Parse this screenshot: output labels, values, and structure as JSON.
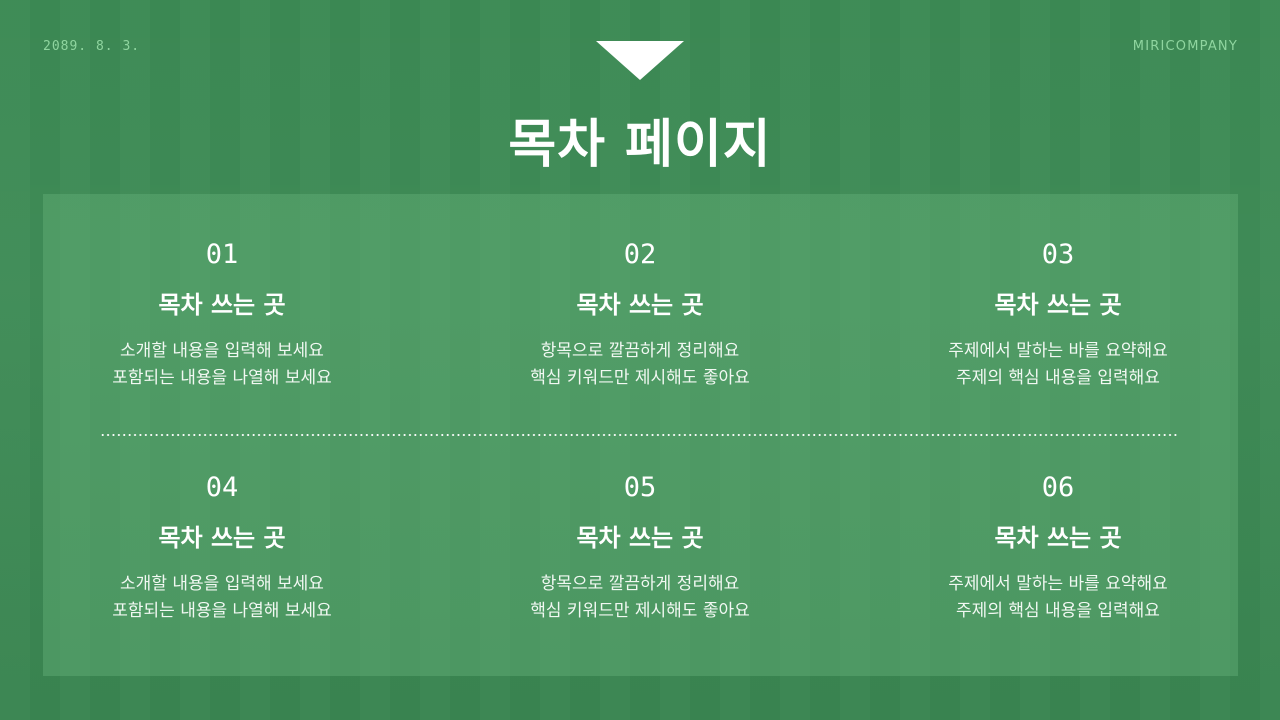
{
  "header": {
    "date": "2089. 8. 3.",
    "company": "MIRICOMPANY",
    "title": "목차 페이지",
    "marker_icon": "triangle-down-icon"
  },
  "colors": {
    "background": "#3c8a54",
    "panel": "#4f9a66",
    "accent_text": "#8fd59f",
    "text": "#ffffff"
  },
  "toc": {
    "items": [
      {
        "number": "01",
        "heading": "목차 쓰는 곳",
        "lines": [
          "소개할 내용을 입력해 보세요",
          "포함되는 내용을 나열해 보세요"
        ]
      },
      {
        "number": "02",
        "heading": "목차 쓰는 곳",
        "lines": [
          "항목으로 깔끔하게 정리해요",
          "핵심 키워드만 제시해도 좋아요"
        ]
      },
      {
        "number": "03",
        "heading": "목차 쓰는 곳",
        "lines": [
          "주제에서 말하는 바를 요약해요",
          "주제의 핵심 내용을 입력해요"
        ]
      },
      {
        "number": "04",
        "heading": "목차 쓰는 곳",
        "lines": [
          "소개할 내용을 입력해 보세요",
          "포함되는 내용을 나열해 보세요"
        ]
      },
      {
        "number": "05",
        "heading": "목차 쓰는 곳",
        "lines": [
          "항목으로 깔끔하게 정리해요",
          "핵심 키워드만 제시해도 좋아요"
        ]
      },
      {
        "number": "06",
        "heading": "목차 쓰는 곳",
        "lines": [
          "주제에서 말하는 바를 요약해요",
          "주제의 핵심 내용을 입력해요"
        ]
      }
    ]
  }
}
